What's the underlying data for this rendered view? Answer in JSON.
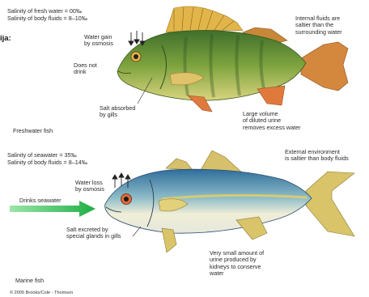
{
  "cut_label": "ija:",
  "freshwater": {
    "salinity_water": "Salinity of fresh water = 00‰",
    "salinity_body": "Salinity of body fluids = 8–10‰",
    "water_gain": "Water gain\nby osmosis",
    "does_not_drink": "Does not\ndrink",
    "salt_absorbed": "Salt absorbed\nby gills",
    "internal_fluids": "Internal fluids are\nsaltier than the\nsurrounding water",
    "large_volume": "Large volume\nof diluted urine\nremoves excess water",
    "caption": "Freshwater fish"
  },
  "marine": {
    "salinity_water": "Salinity of seawater = 35‰",
    "salinity_body": "Salinity of body fluids = 8–14‰",
    "water_loss": "Water loss\nby osmosis",
    "drinks_seawater": "Drinks seawater",
    "salt_excreted": "Salt excreted by\nspecial glands in gills",
    "external_env": "External environment\nis saltier than body fluids",
    "small_amount": "Very small amount of\nurine produced by\nkidneys to conserve\nwater",
    "caption": "Marine fish"
  },
  "copyright": "© 2005 Brooks/Cole - Thomson",
  "colors": {
    "perch_body": "#6f9a3a",
    "perch_fin": "#e0b040",
    "perch_belly": "#d8d07a",
    "marine_back": "#3f7fa8",
    "marine_belly": "#e8ecd8",
    "marine_fin": "#d8c070",
    "arrow_green": "#2bb24c"
  }
}
